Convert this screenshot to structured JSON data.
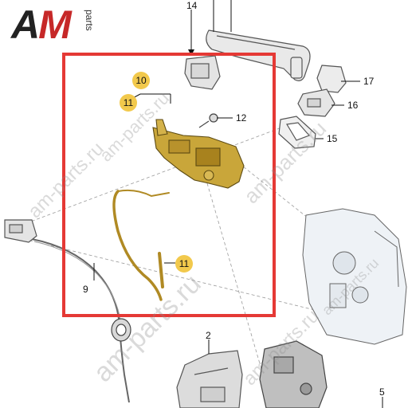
{
  "logo": {
    "letters": "AM",
    "m_letter": "M",
    "a_letter": "A",
    "side_text": "parts"
  },
  "watermarks": [
    "am-parts.ru",
    "am-parts.ru",
    "am-parts.ru",
    "am-parts.ru",
    "am-parts.ru",
    "am-parts.ru"
  ],
  "colors": {
    "highlight_frame": "#e53935",
    "callout_badge": "#f2c94c",
    "part_gold": "#c9a63a"
  },
  "callouts": {
    "c14": "14",
    "c17": "17",
    "c16": "16",
    "c12": "12",
    "c15": "15",
    "c10": "10",
    "c11a": "11",
    "c11b": "11",
    "c9": "9",
    "c2": "2",
    "c5": "5"
  }
}
